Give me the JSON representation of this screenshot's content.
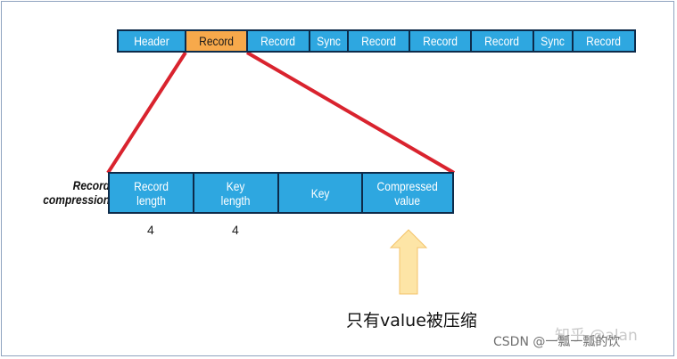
{
  "top_row": {
    "segments": [
      "Header",
      "Record",
      "Record",
      "Sync",
      "Record",
      "Record",
      "Record",
      "Sync",
      "Record"
    ],
    "highlighted_index": 1
  },
  "record_row": {
    "label": "Record\ncompression",
    "cells": [
      "Record\nlength",
      "Key\nlength",
      "Key",
      "Compressed\nvalue"
    ]
  },
  "sizes": [
    "4",
    "4"
  ],
  "note": "只有value被压缩",
  "watermark": {
    "zhihu": "知乎 @alan",
    "csdn": "CSDN @一瓢一瓢的饮"
  },
  "colors": {
    "segment_fill": "#2ea7e0",
    "highlight_fill": "#f7a94b",
    "connector_lines": "#d9232e",
    "arrow_fill": "#fde5a6"
  }
}
